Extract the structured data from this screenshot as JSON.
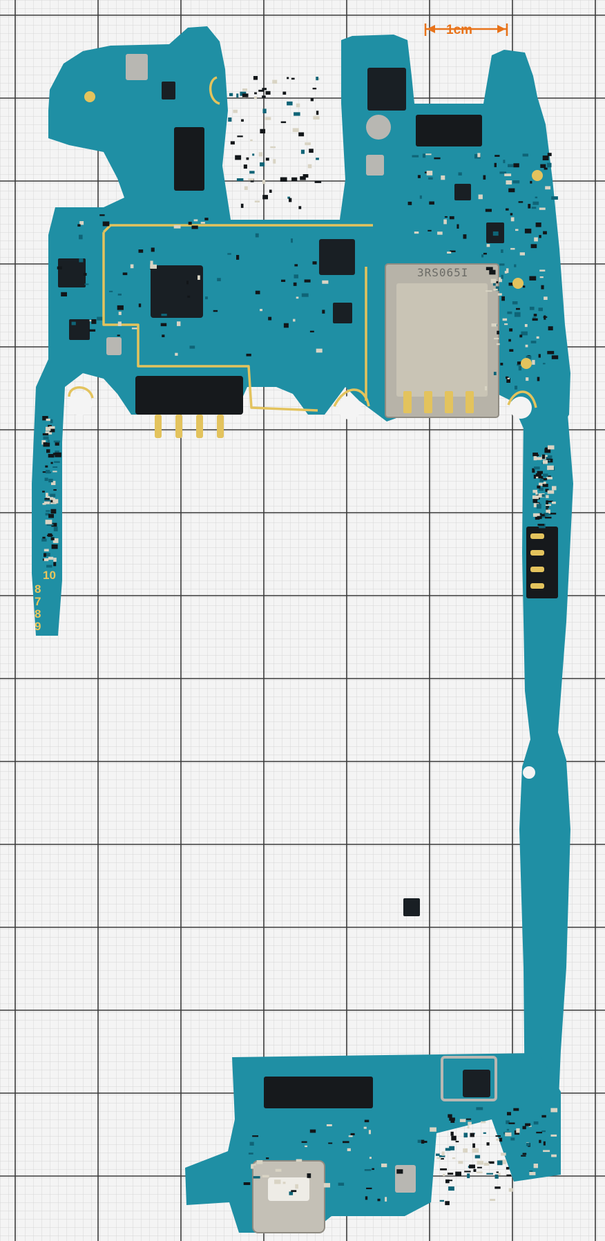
{
  "photo": {
    "subject": "phone-logic-board",
    "scale_bar_label": "1cm",
    "board_digits": [
      "10",
      "8",
      "7",
      "8",
      "9"
    ],
    "sim_slot_text": "3RS065I",
    "colors": {
      "background": "#f4f4f4",
      "grid_minor": "#d6d6d6",
      "grid_major": "#3a3a3a",
      "pcb": "#1f8fa4",
      "pcb_dark": "#0f6477",
      "gold": "#e3c35d",
      "scale_orange": "#e8731a"
    }
  }
}
